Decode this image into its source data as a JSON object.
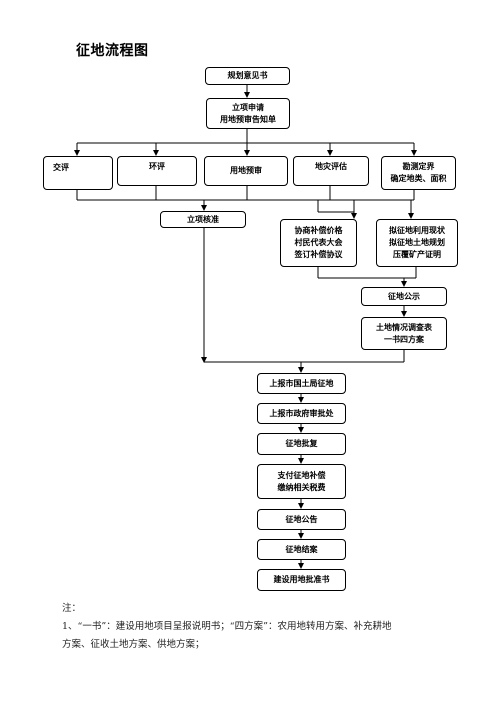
{
  "title": "征地流程图",
  "nodes": {
    "plan_opinion": "规划意见书",
    "project_apply": [
      "立项申请",
      "用地预审告知单"
    ],
    "traffic_eval": "交评",
    "env_eval": "环评",
    "land_pre_review": "用地预审",
    "disaster_eval": "地灾评估",
    "survey": [
      "勘测定界",
      "确定地类、面积"
    ],
    "project_approval": "立项核准",
    "compensation": [
      "协商补偿价格",
      "村民代表大会",
      "签订补偿协议"
    ],
    "land_status": [
      "拟征地利用现状",
      "拟征地土地规划",
      "压覆矿产证明"
    ],
    "public_notice": "征地公示",
    "survey_table": [
      "土地情况调查表",
      "一书四方案"
    ],
    "report_city": "上报市国土局征地",
    "report_gov": "上报市政府审批处",
    "approval_reply": "征地批复",
    "payment": [
      "支付征地补偿",
      "缴纳相关税费"
    ],
    "announcement": "征地公告",
    "closure": "征地结案",
    "land_certificate": "建设用地批准书"
  },
  "notes": {
    "heading": "注：",
    "line1": "1、“一书”：建设用地项目呈报说明书；“四方案”：农用地转用方案、补充耕地",
    "line2": "方案、征收土地方案、供地方案；"
  }
}
